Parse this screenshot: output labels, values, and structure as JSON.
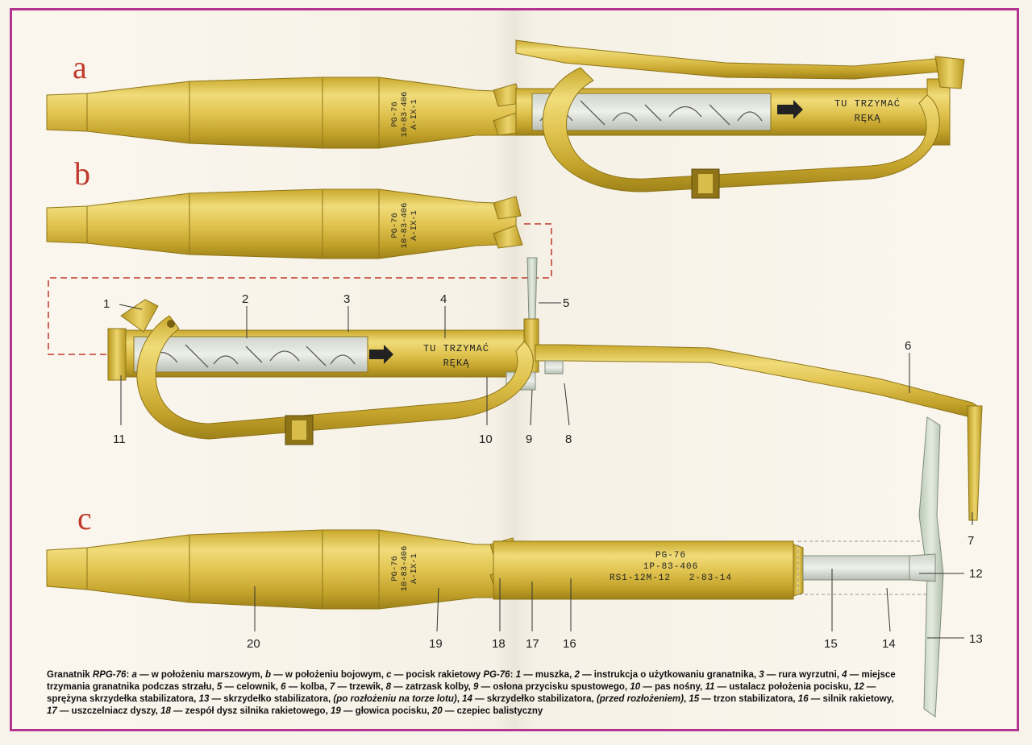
{
  "sections": {
    "a": "a",
    "b": "b",
    "c": "c"
  },
  "markings": {
    "warhead_line1": "PG-76",
    "warhead_line2": "10-83-406",
    "warhead_line3": "A-IX-1",
    "hold_line1": "TU TRZYMAĆ",
    "hold_line2": "RĘKĄ",
    "motor_line1": "PG-76",
    "motor_line2": "1P-83-406",
    "motor_line3": "RS1-12M-12   2-83-14"
  },
  "callouts": [
    "1",
    "2",
    "3",
    "4",
    "5",
    "6",
    "7",
    "8",
    "9",
    "10",
    "11",
    "12",
    "13",
    "14",
    "15",
    "16",
    "17",
    "18",
    "19",
    "20"
  ],
  "caption": {
    "p1": "Granatnik ",
    "p2": "RPG-76",
    "p3": ": ",
    "p4": "a",
    "p5": " — w położeniu marszowym, ",
    "p6": "b",
    "p7": " — w położeniu bojowym, ",
    "p8": "c",
    "p9": " — pocisk rakietowy ",
    "p10": "PG-76",
    "p11": ": ",
    "p12": "1",
    "p13": " — muszka, ",
    "p14": "2",
    "p15": " — instrukcja o użytkowaniu granatnika, ",
    "p16": "3",
    "p17": " — rura wyrzutni, ",
    "p18": "4",
    "p19": " — miejsce trzymania granatnika podczas strzału, ",
    "p20": "5",
    "p21": " — celownik, ",
    "p22": "6",
    "p23": " — kolba, ",
    "p24": "7",
    "p25": " — trzewik, ",
    "p26": "8",
    "p27": " — zatrzask kolby, ",
    "p28": "9",
    "p29": " — osłona przycisku spustowego, ",
    "p30": "10",
    "p31": " — pas nośny, ",
    "p32": "11",
    "p33": " — ustalacz położenia pocisku, ",
    "p34": "12",
    "p35": " — sprężyna skrzydełka stabilizatora, ",
    "p36": "13",
    "p37": " — skrzydełko stabilizatora, ",
    "p38": "(po rozłożeniu na torze lotu)",
    "p39": ", ",
    "p40": "14",
    "p41": " — skrzydełko stabilizatora, ",
    "p42": "(przed rozłożeniem)",
    "p43": ", ",
    "p44": "15",
    "p45": " — trzon stabilizatora, ",
    "p46": "16",
    "p47": " — silnik rakietowy, ",
    "p48": "17",
    "p49": " — uszczelniacz dyszy, ",
    "p50": "18",
    "p51": " — zespół dysz silnika rakietowego, ",
    "p52": "19",
    "p53": " — głowica pocisku, ",
    "p54": "20",
    "p55": " — czepiec balistyczny"
  },
  "colors": {
    "frame": "#b3338f",
    "letters": "#c0392b",
    "gold_light": "#e9d36a",
    "gold_mid": "#d4b53a",
    "gold_dark": "#a98a1c",
    "fin_green": "#cfd9c8"
  }
}
